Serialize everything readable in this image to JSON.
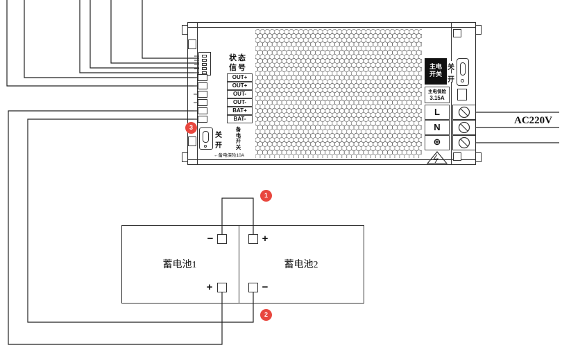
{
  "psu": {
    "status_signal": {
      "line1": "状态",
      "line2": "信号"
    },
    "terminals": [
      "OUT+",
      "OUT+",
      "OUT-",
      "OUT-",
      "BAT+",
      "BAT-"
    ],
    "backup": {
      "off_label": "关",
      "on_label": "开",
      "switch_label": "备电开关",
      "fuse_label": "←备电保险10A"
    },
    "main": {
      "box_line1": "主电",
      "box_line2": "开关",
      "off_label": "关",
      "on_label": "开",
      "fuse_line1": "主电保险",
      "fuse_line2": "3.15A"
    },
    "ac_terminals": {
      "l": "L",
      "n": "N",
      "earth": "⊕"
    }
  },
  "ac_input_label": "AC220V",
  "battery": {
    "label1": "蓄电池1",
    "label2": "蓄电池2",
    "top_left_sign": "−",
    "top_right_sign": "+",
    "bottom_left_sign": "+",
    "bottom_right_sign": "−"
  },
  "callouts": {
    "c1": "1",
    "c2": "2",
    "c3": "3"
  },
  "colors": {
    "callout": "#e8473e",
    "wire": "#222222"
  }
}
